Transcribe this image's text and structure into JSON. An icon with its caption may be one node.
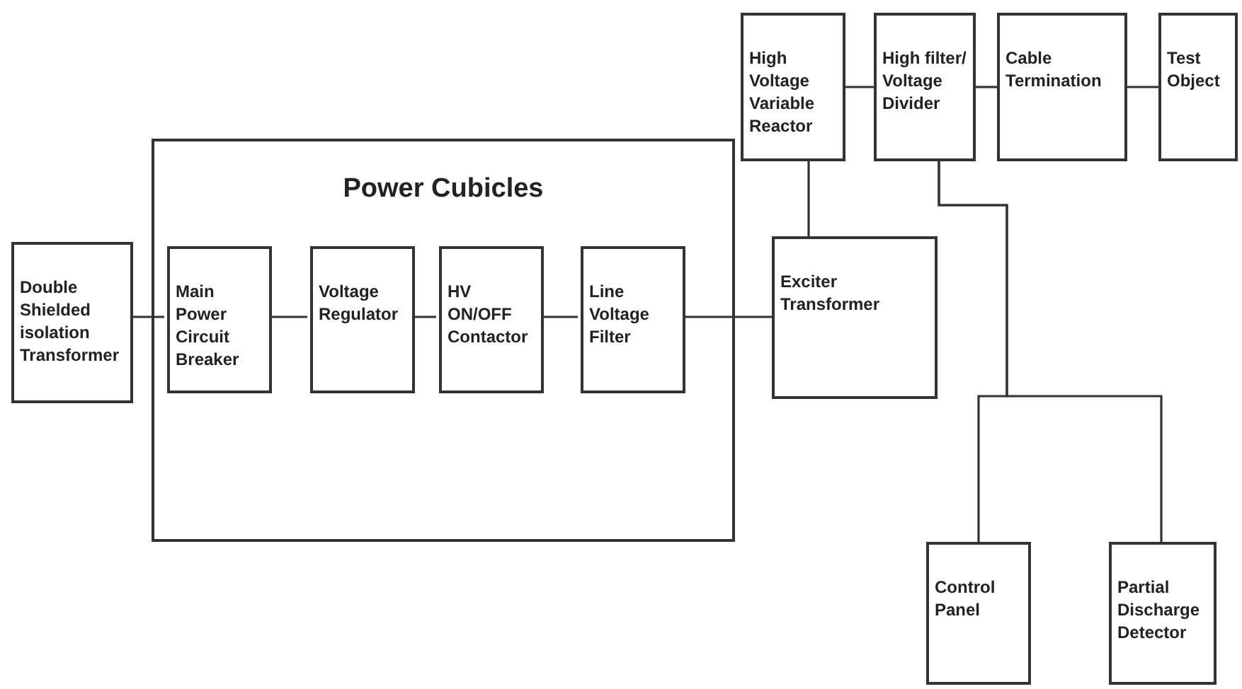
{
  "diagram": {
    "nodes": [
      {
        "text": [
          "Double Shielded isolation Transformer"
        ]
      },
      {
        "text": [
          "Power Cubicles"
        ]
      },
      {
        "text": [
          "Main Power Circuit Breaker"
        ],
        "in": 1
      },
      {
        "text": [
          "Voltage Regulator"
        ],
        "in": 1
      },
      {
        "text": [
          "HV ON/OFF Contactor"
        ],
        "in": 1
      },
      {
        "text": [
          "Line Voltage Filter"
        ],
        "in": 1
      },
      {
        "text": [
          "Exciter Transformer"
        ]
      },
      {
        "text": [
          "High Voltage Variable Reactor"
        ]
      },
      {
        "text": [
          "High filter/ Voltage Divider"
        ]
      },
      {
        "text": [
          "Cable Termination"
        ]
      },
      {
        "text": [
          "Test Object"
        ]
      },
      {
        "text": [
          "Control Panel"
        ]
      },
      {
        "text": [
          "Partial Discharge Detector"
        ]
      }
    ],
    "edges": [
      {
        "from": 0,
        "to": 2,
        "arrow": "none"
      },
      {
        "from": 2,
        "to": 3,
        "arrow": "none"
      },
      {
        "from": 3,
        "to": 4,
        "arrow": "none"
      },
      {
        "from": 4,
        "to": 5,
        "arrow": "none"
      },
      {
        "from": 5,
        "to": 6,
        "arrow": "none"
      },
      {
        "from": 7,
        "to": 6,
        "arrow": "none"
      },
      {
        "from": 7,
        "to": 8,
        "arrow": "none"
      },
      {
        "from": 8,
        "to": 9,
        "arrow": "none"
      },
      {
        "from": 9,
        "to": 10,
        "arrow": "none"
      },
      {
        "from": 8,
        "to": 11,
        "arrow": "none"
      },
      {
        "from": 8,
        "to": 12,
        "arrow": "none"
      }
    ]
  }
}
